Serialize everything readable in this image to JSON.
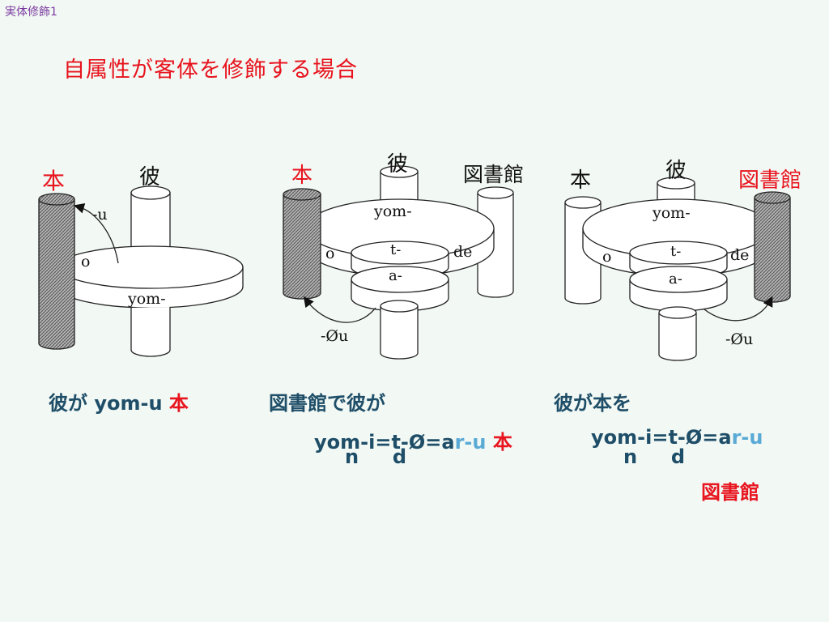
{
  "slide": {
    "header_label": "実体修飾1",
    "title": "自属性が客体を修飾する場合"
  },
  "diagram1": {
    "label_book": "本",
    "label_he": "彼",
    "suffix_u": "-u",
    "particle_o": "o",
    "verb": "yom-",
    "caption_prefix": "彼が",
    "caption_verb": "yom-u",
    "caption_head": "本"
  },
  "diagram2": {
    "label_book": "本",
    "label_he": "彼",
    "label_library": "図書館",
    "verb": "yom-",
    "particle_o": "o",
    "particle_de": "de",
    "aspect_t": "t-",
    "aspect_a": "a-",
    "suffix_zero_u": "-Øu",
    "caption_line1": "図書館で彼が",
    "caption_form_dark": "yom-i=t-Ø=a",
    "caption_form_light": "r-u",
    "caption_form_subs": "n     d",
    "caption_head": "本"
  },
  "diagram3": {
    "label_book": "本",
    "label_he": "彼",
    "label_library": "図書館",
    "verb": "yom-",
    "particle_o": "o",
    "particle_de": "de",
    "aspect_t": "t-",
    "aspect_a": "a-",
    "suffix_zero_u": "-Øu",
    "caption_line1": "彼が本を",
    "caption_form_dark": "yom-i=t-Ø=a",
    "caption_form_light": "r-u",
    "caption_form_subs": "n     d",
    "caption_head": "図書館"
  },
  "colors": {
    "accent_red": "#e8141e",
    "caption_dark": "#1f4e68",
    "caption_light": "#5aaad6",
    "header_purple": "#7a3aa0"
  }
}
